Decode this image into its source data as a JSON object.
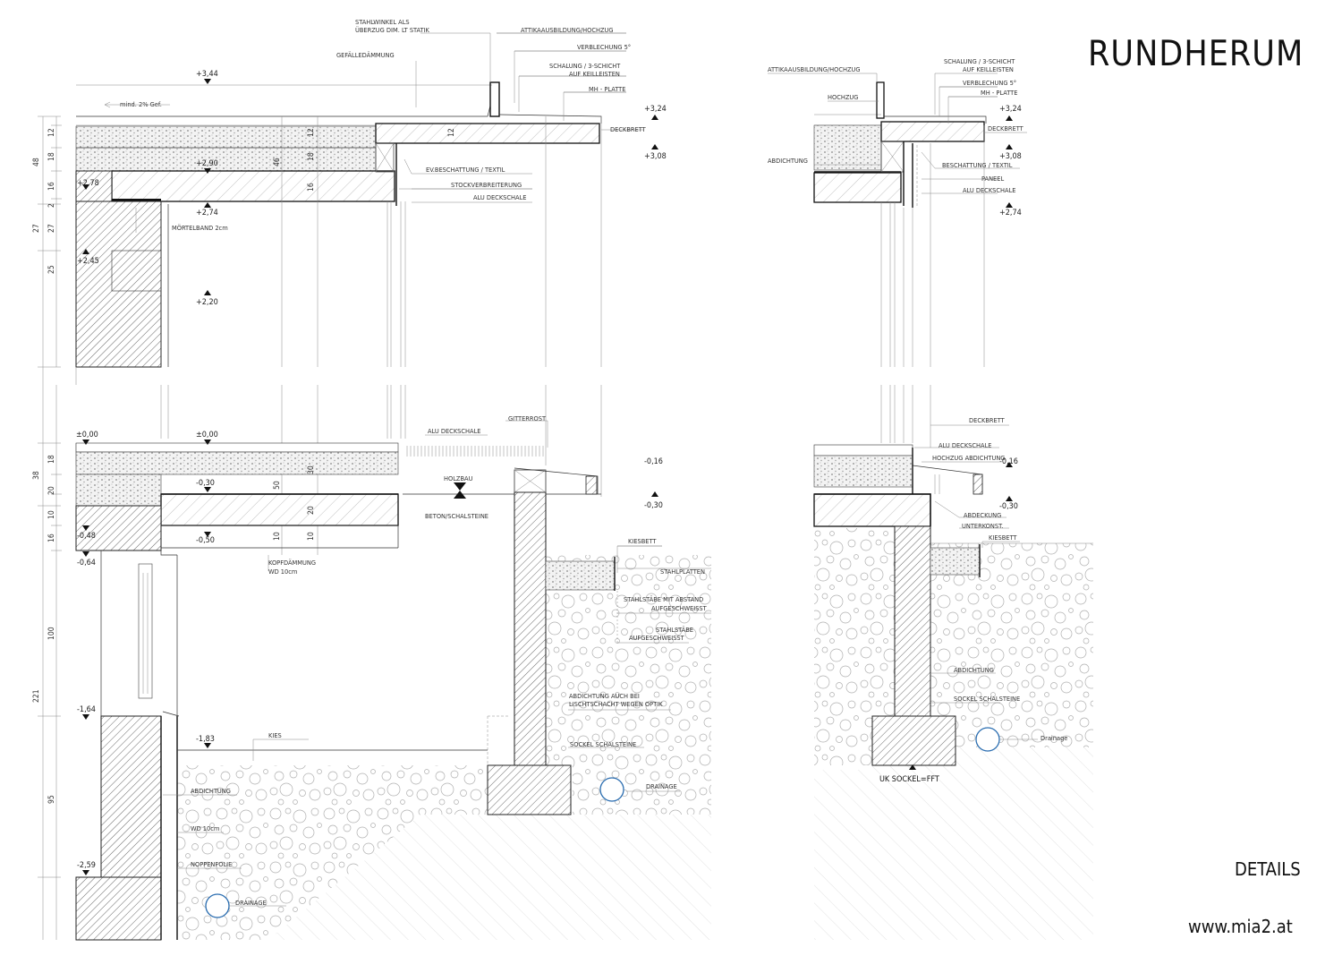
{
  "title": "RUNDHERUM",
  "subtitle": "DETAILS",
  "website": "www.mia2.at",
  "left_detail": {
    "labels": {
      "stahlwinkel_1": "STAHLWINKEL ALS",
      "stahlwinkel_2": "ÜBERZUG DIM. LT STATIK",
      "attika": "ATTIKAAUSBILDUNG/HOCHZUG",
      "verblechung": "VERBLECHUNG 5°",
      "schalung_1": "SCHALUNG / 3-SCHICHT",
      "schalung_2": "AUF KEILLEISTEN",
      "gefaelle": "GEFÄLLEDÄMMUNG",
      "mh_platte": "MH - PLATTE",
      "deckbrett": "DECKBRETT",
      "slope": "mind. 2% Gef.",
      "beschattung": "EV.BESCHATTUNG / TEXTIL",
      "stockverbreiterung": "STOCKVERBREITERUNG",
      "alu_deckschale_top": "ALU DECKSCHALE",
      "moertelband": "MÖRTELBAND 2cm",
      "alu_deckschale_mid": "ALU DECKSCHALE",
      "gitterrost": "GITTERROST",
      "holzbau": "HOLZBAU",
      "beton": "BETON/SCHALSTEINE",
      "kiesbett": "KIESBETT",
      "stahlplatten": "STAHLPLATTEN",
      "stahlstaebe_abstand_1": "STAHLSTÄBE MIT ABSTAND",
      "stahlstaebe_abstand_2": "AUFGESCHWEISST",
      "stahlstaebe_1": "STAHLSTÄBE",
      "stahlstaebe_2": "AUFGESCHWEISST",
      "kopfdaemmung_1": "KOPFDÄMMUNG",
      "kopfdaemmung_2": "WD 10cm",
      "abdichtung_optik_1": "ABDICHTUNG  AUCH BEI",
      "abdichtung_optik_2": "LISCHTSCHACHT WEGEN OPTIK",
      "kies": "KIES",
      "sockel": "SOCKEL SCHALSTEINE",
      "drainage_right": "DRAINAGE",
      "abdichtung": "ABDICHTUNG",
      "wd": "WD 10cm",
      "noppenfolie": "NOPPENFOLIE",
      "drainage_bottom": "DRAINAGE"
    },
    "levels": {
      "l344": "+3,44",
      "l324": "+3,24",
      "l308": "+3,08",
      "l290": "+2,90",
      "l278": "+2,78",
      "l274": "+2,74",
      "l245": "+2,45",
      "l220": "+2,20",
      "l000a": "±0,00",
      "l000b": "±0,00",
      "l016": "-0,16",
      "l030a": "-0,30",
      "l030b": "-0,30",
      "l048": "-0,48",
      "l050": "-0,50",
      "l064": "-0,64",
      "l164": "-1,64",
      "l183": "-1,83",
      "l259": "-2,59"
    },
    "dims": {
      "d48": "48",
      "d12a": "12",
      "d18a": "18",
      "d16a": "16",
      "d2": "2",
      "d27a": "27",
      "d27b": "27",
      "d25": "25",
      "d38": "38",
      "d18b": "18",
      "d20a": "20",
      "d10a": "10",
      "d16b": "16",
      "d221": "221",
      "d100": "100",
      "d95": "95",
      "d46": "46",
      "d12b": "12",
      "d18c": "18",
      "d16c": "16",
      "d12c": "12",
      "d50": "50",
      "d30": "30",
      "d20b": "20",
      "d10b": "10",
      "d10c": "10",
      "d10d": "10"
    }
  },
  "right_detail": {
    "labels": {
      "attika": "ATTIKAAUSBILDUNG/HOCHZUG",
      "hochzug": "HOCHZUG",
      "schalung_1": "SCHALUNG / 3-SCHICHT",
      "schalung_2": "AUF KEILLEISTEN",
      "verblechung": "VERBLECHUNG 5°",
      "mh_platte": "MH - PLATTE",
      "deckbrett_top": "DECKBRETT",
      "abdichtung_top": "ABDICHTUNG",
      "beschattung": "BESCHATTUNG / TEXTIL",
      "paneel": "PANEEL",
      "alu_deckschale_top": "ALU DECKSCHALE",
      "deckbrett_mid": "DECKBRETT",
      "alu_deckschale_mid": "ALU DECKSCHALE",
      "hochzug_abdichtung": "HOCHZUG ABDICHTUNG",
      "abdeckung": "ABDECKUNG",
      "unterkonst": "UNTERKONST.",
      "kiesbett": "KIESBETT",
      "abdichtung_bottom": "ABDICHTUNG",
      "sockel": "SOCKEL SCHALSTEINE",
      "drainage": "Drainage",
      "uk_sockel": "UK SOCKEL=FFT"
    },
    "levels": {
      "l324": "+3,24",
      "l308": "+3,08",
      "l274": "+2,74",
      "l016": "-0,16",
      "l030": "-0,30"
    }
  }
}
